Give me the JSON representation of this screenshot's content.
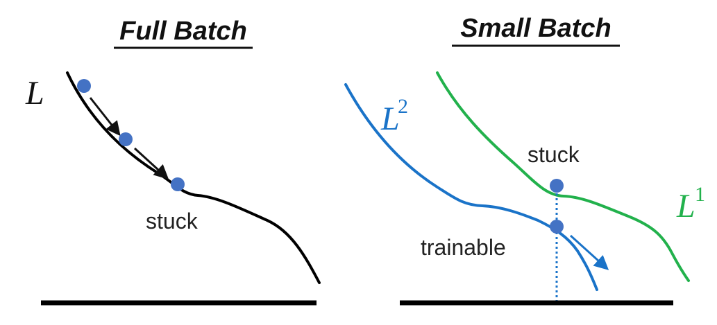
{
  "colors": {
    "black_curve": "#000000",
    "blue_curve": "#1a73c8",
    "green_curve": "#22b14c",
    "ball": "#4472c4",
    "arrow_dark": "#111111",
    "arrow_blue": "#1a73c8"
  },
  "full_batch": {
    "title": "Full Batch",
    "loss_label": "L",
    "stuck_label": "stuck"
  },
  "small_batch": {
    "title": "Small Batch",
    "loss2_label": "L",
    "loss2_sup": "2",
    "loss1_label": "L",
    "loss1_sup": "1",
    "stuck_label": "stuck",
    "trainable_label": "trainable"
  }
}
